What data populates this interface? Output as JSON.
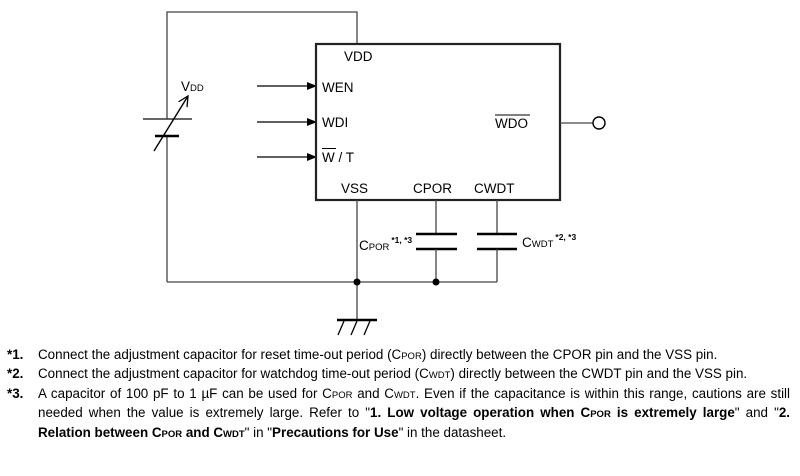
{
  "diagram": {
    "source_label": {
      "main": "V",
      "sub": "DD"
    },
    "ic": {
      "pin_vdd": "VDD",
      "pin_wen": "WEN",
      "pin_wdi": "WDI",
      "pin_wt_bar": "W",
      "pin_wt_rest": " / T",
      "pin_wdo": "WDO",
      "pin_vss": "VSS",
      "pin_cpor": "CPOR",
      "pin_cwdt": "CWDT"
    },
    "cpor": {
      "main": "C",
      "sub": "POR",
      "sup": "*1, *3"
    },
    "cwdt": {
      "main": "C",
      "sub": "WDT",
      "sup": "*2, *3"
    }
  },
  "notes": [
    {
      "num": "*1.",
      "parts": [
        {
          "t": "Connect the adjustment capacitor for reset time-out period (C"
        },
        {
          "t": "POR",
          "sub": true
        },
        {
          "t": ") directly between the CPOR pin and the VSS pin."
        }
      ]
    },
    {
      "num": "*2.",
      "parts": [
        {
          "t": "Connect the adjustment capacitor for watchdog time-out period (C"
        },
        {
          "t": "WDT",
          "sub": true
        },
        {
          "t": ") directly between the CWDT pin and the VSS pin."
        }
      ]
    },
    {
      "num": "*3.",
      "parts": [
        {
          "t": "A capacitor of 100 pF to 1 µF can be used for C"
        },
        {
          "t": "POR",
          "sub": true
        },
        {
          "t": " and C"
        },
        {
          "t": "WDT",
          "sub": true
        },
        {
          "t": ". Even if the capacitance is within this range, cautions are still needed when the value is extremely large. Refer to \""
        },
        {
          "t": "1.   Low voltage operation when C",
          "bold": true
        },
        {
          "t": "POR",
          "sub": true,
          "bold": true
        },
        {
          "t": " is extremely large",
          "bold": true
        },
        {
          "t": "\" and \""
        },
        {
          "t": "2.   Relation between C",
          "bold": true
        },
        {
          "t": "POR",
          "sub": true,
          "bold": true
        },
        {
          "t": " and C",
          "bold": true
        },
        {
          "t": "WDT",
          "sub": true,
          "bold": true
        },
        {
          "t": "\" in \""
        },
        {
          "t": "Precautions for Use",
          "bold": true
        },
        {
          "t": "\" in the datasheet."
        }
      ]
    }
  ]
}
